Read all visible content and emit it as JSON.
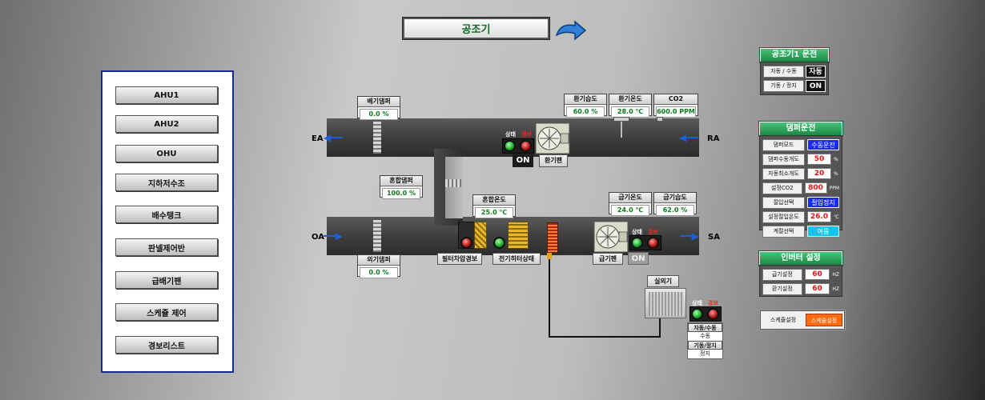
{
  "title": "공조기",
  "menu": [
    "AHU1",
    "AHU2",
    "OHU",
    "지하저수조",
    "배수탱크",
    "판넬제어반",
    "급배기팬",
    "스케쥴 제어",
    "경보리스트"
  ],
  "flows": {
    "ea": "EA",
    "ra": "RA",
    "oa": "OA",
    "sa": "SA"
  },
  "exhaust_damper": {
    "label": "배기댐퍼",
    "value": "0.0 %"
  },
  "mix_damper": {
    "label": "혼합댐퍼",
    "value": "100.0 %"
  },
  "outside_damper": {
    "label": "외기댐퍼",
    "value": "0.0 %"
  },
  "mix_temp": {
    "label": "혼합온도",
    "value": "25.0 ℃"
  },
  "return_humidity": {
    "label": "환기습도",
    "value": "60.0 %"
  },
  "return_temp": {
    "label": "환기온도",
    "value": "28.0 ℃"
  },
  "co2": {
    "label": "CO2",
    "value": "600.0 PPM"
  },
  "supply_temp": {
    "label": "급기온도",
    "value": "24.0 ℃"
  },
  "supply_humidity": {
    "label": "급기습도",
    "value": "62.0 %"
  },
  "return_fan": {
    "status": "상태",
    "alarm": "경보",
    "on": "ON",
    "name": "환기팬"
  },
  "supply_fan": {
    "status": "상태",
    "alarm": "경보",
    "on": "ON",
    "name": "급기팬"
  },
  "filter_alarm": "필터차압경보",
  "heater_status": "전기히터상태",
  "outdoor": {
    "name": "실외기",
    "status": "상태",
    "alarm": "경보",
    "auto_manual_label": "자동/수동",
    "auto_manual_value": "수동",
    "run_stop_label": "기동/정지",
    "run_stop_value": "정지"
  },
  "ahu_run": {
    "title": "공조기1 운전",
    "rows": [
      {
        "label": "자동 / 수동",
        "value": "자동"
      },
      {
        "label": "기동 / 정지",
        "value": "ON"
      }
    ]
  },
  "damper_run": {
    "title": "댐퍼운전",
    "rows": [
      {
        "label": "댐퍼모드",
        "value": "수동운전",
        "unit": ""
      },
      {
        "label": "댐퍼수동개도",
        "value": "50",
        "unit": "%"
      },
      {
        "label": "자동최소개도",
        "value": "20",
        "unit": "%"
      },
      {
        "label": "설정CO2",
        "value": "800",
        "unit": "PPM"
      },
      {
        "label": "절입선택",
        "value": "절입정지",
        "unit": ""
      },
      {
        "label": "설정절입온도",
        "value": "26.0",
        "unit": "℃"
      },
      {
        "label": "계절선택",
        "value": "여름",
        "unit": ""
      }
    ]
  },
  "inverter": {
    "title": "인버터 설정",
    "rows": [
      {
        "label": "급기설정",
        "value": "60",
        "unit": "HZ"
      },
      {
        "label": "환기설정",
        "value": "60",
        "unit": "HZ"
      }
    ]
  },
  "schedule": {
    "label": "스케쥴설정",
    "active": "스케쥴설정"
  }
}
